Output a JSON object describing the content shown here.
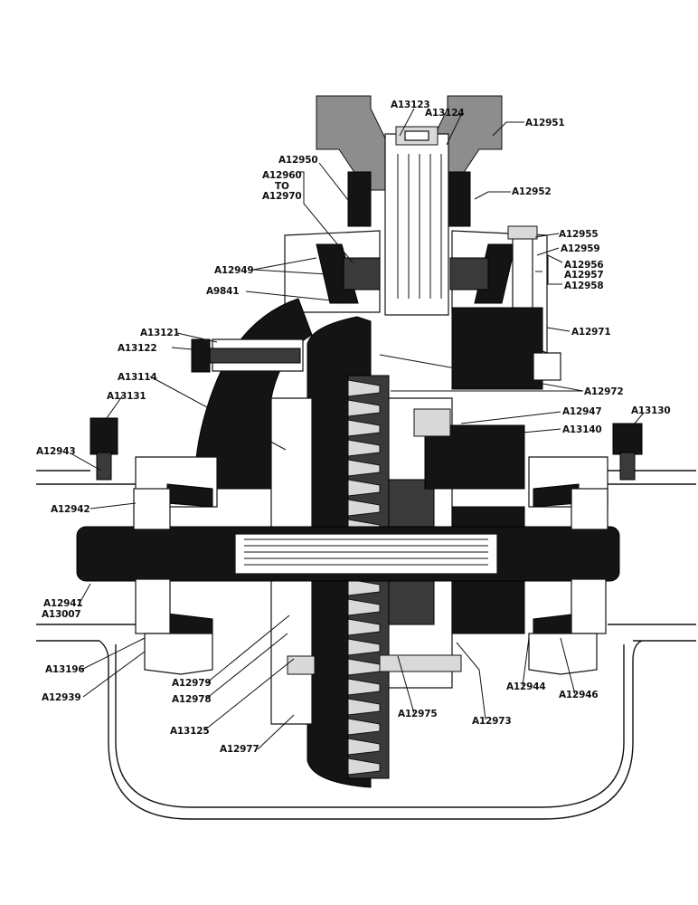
{
  "labels": {
    "a13123": "A13123",
    "a13124": "A13124",
    "a12951": "A12951",
    "a12950": "A12950",
    "a12960_to_a12970_1": "A12960",
    "a12960_to_a12970_2": "TO",
    "a12960_to_a12970_3": "A12970",
    "a12952": "A12952",
    "a12955": "A12955",
    "a12959": "A12959",
    "a12956": "A12956",
    "a12957": "A12957",
    "a12958": "A12958",
    "a12949": "A12949",
    "a9841": "A9841",
    "a12971": "A12971",
    "a13121": "A13121",
    "a13122": "A13122",
    "a13114": "A13114",
    "a12972": "A12972",
    "a13131": "A13131",
    "a12947": "A12947",
    "a13130": "A13130",
    "a13140": "A13140",
    "a12943": "A12943",
    "a12942": "A12942",
    "a12941": "A12941",
    "a13007": "A13007",
    "a13196": "A13196",
    "a12939": "A12939",
    "a12979": "A12979",
    "a12978": "A12978",
    "a13125": "A13125",
    "a12977": "A12977",
    "a12975": "A12975",
    "a12973": "A12973",
    "a12944": "A12944",
    "a12946": "A12946"
  },
  "colors": {
    "ink": "#111111",
    "paper": "#ffffff",
    "shadow": "#141414"
  }
}
